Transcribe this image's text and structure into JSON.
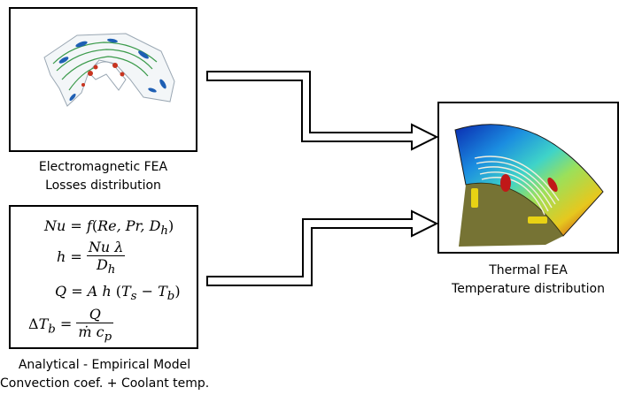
{
  "panels": {
    "electromagnetic": {
      "caption_line1": "Electromagnetic FEA",
      "caption_line2": "Losses distribution",
      "image_icon": "em-field-plot-icon"
    },
    "thermal": {
      "caption_line1": "Thermal FEA",
      "caption_line2": "Temperature distribution",
      "image_icon": "thermal-contour-plot-icon"
    },
    "analytical": {
      "caption_line1": "Analytical - Empirical Model",
      "caption_line2": "Convection coef. + Coolant temp.",
      "equations": {
        "eq1": "Nu = f(Re, Pr, Dh)",
        "eq2": "h = Nu λ / Dh",
        "eq3": "Q = A h (Ts − Tb)",
        "eq4": "ΔTb = Q / (ṁ cp)"
      }
    }
  },
  "arrows": [
    "arrow-em-to-thermal",
    "arrow-analytical-to-thermal"
  ],
  "colors": {
    "border": "#000000",
    "background": "#ffffff"
  }
}
